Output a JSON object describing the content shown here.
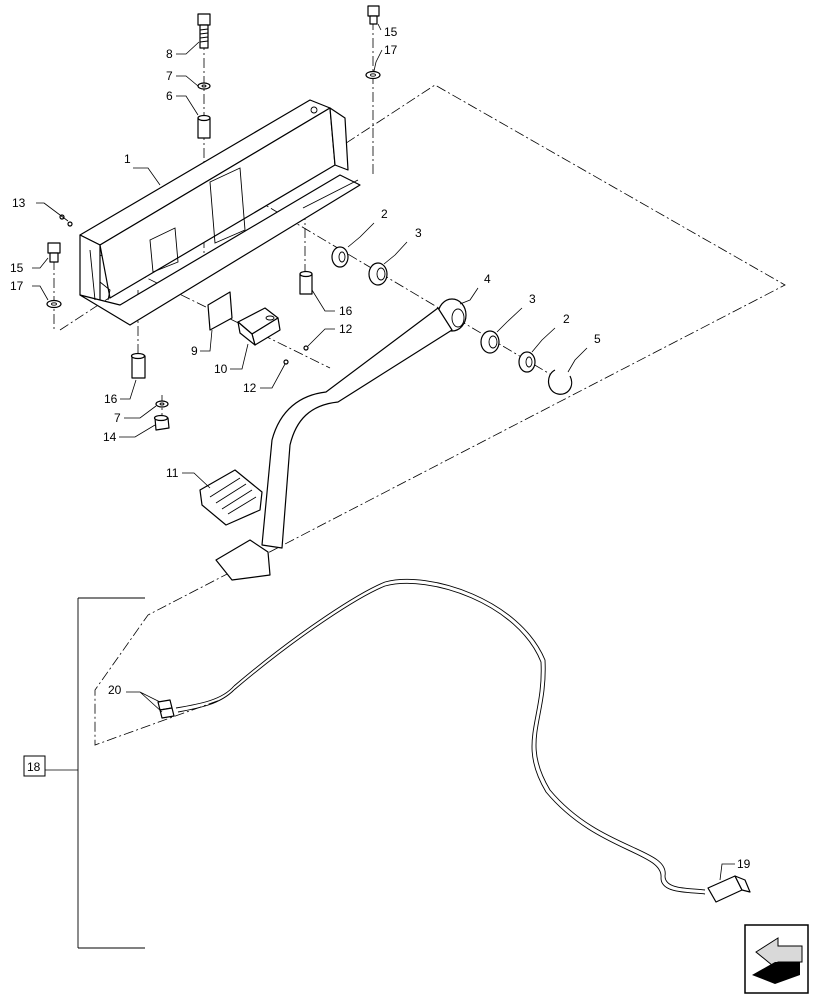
{
  "callouts": {
    "c1": "1",
    "c2a": "2",
    "c2b": "2",
    "c3a": "3",
    "c3b": "3",
    "c4": "4",
    "c5": "5",
    "c6": "6",
    "c7a": "7",
    "c7b": "7",
    "c8": "8",
    "c9": "9",
    "c10": "10",
    "c11": "11",
    "c12a": "12",
    "c12b": "12",
    "c13": "13",
    "c14": "14",
    "c15a": "15",
    "c15b": "15",
    "c16a": "16",
    "c16b": "16",
    "c17a": "17",
    "c17b": "17",
    "c18": "18",
    "c19": "19",
    "c20": "20"
  },
  "nav_icon": "next-page-arrow-icon"
}
